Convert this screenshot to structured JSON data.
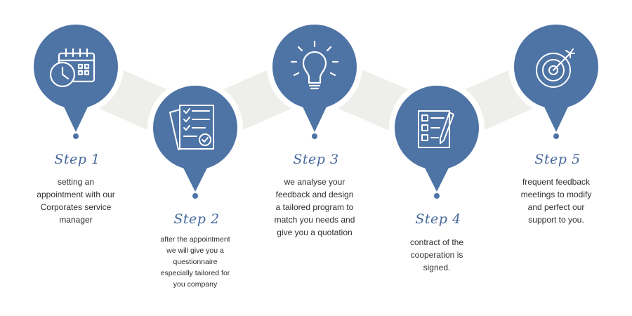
{
  "steps": [
    {
      "title": "Step 1",
      "icon": "calendar-clock-icon",
      "lines": [
        "setting an",
        "appointment with our",
        "Corporates service",
        "manager"
      ]
    },
    {
      "title": "Step 2",
      "icon": "documents-checklist-icon",
      "lines": [
        "after the appointment",
        "we will give you a",
        "questionnaire",
        "especially tailored for",
        "you company"
      ]
    },
    {
      "title": "Step 3",
      "icon": "lightbulb-icon",
      "lines": [
        "we analyse your",
        "feedback and design",
        "a tailored program to",
        "match you needs and",
        "give you a quotation"
      ]
    },
    {
      "title": "Step 4",
      "icon": "checklist-pen-icon",
      "lines": [
        "contract of the",
        "cooperation is",
        "signed."
      ]
    },
    {
      "title": "Step 5",
      "icon": "target-arrow-icon",
      "lines": [
        "frequent feedback",
        "meetings to modify",
        "and perfect our",
        "support to you."
      ]
    }
  ],
  "colors": {
    "pin": "#4e73a5",
    "ribbon": "#eeeeea",
    "title": "#46689a",
    "text": "#2f2f2f"
  }
}
